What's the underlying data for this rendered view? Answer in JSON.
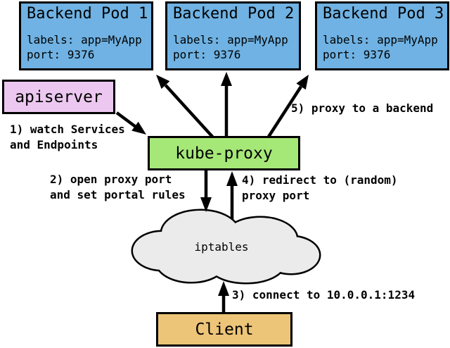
{
  "pods": [
    {
      "title": "Backend Pod 1",
      "labels_line": "labels: app=MyApp",
      "port_line": "port: 9376"
    },
    {
      "title": "Backend Pod 2",
      "labels_line": "labels: app=MyApp",
      "port_line": "port: 9376"
    },
    {
      "title": "Backend Pod 3",
      "labels_line": "labels: app=MyApp",
      "port_line": "port: 9376"
    }
  ],
  "nodes": {
    "apiserver": "apiserver",
    "kube_proxy": "kube-proxy",
    "iptables": "iptables",
    "client": "Client"
  },
  "steps": {
    "step1": "1) watch Services\nand Endpoints",
    "step2": "2) open proxy port\nand set portal rules",
    "step3": "3) connect to 10.0.0.1:1234",
    "step4": "4) redirect to (random)\nproxy port",
    "step5": "5) proxy to a backend"
  },
  "colors": {
    "pod_fill": "#6fb2e3",
    "apiserver_fill": "#ecc8f0",
    "kube_proxy_fill": "#a6e878",
    "client_fill": "#edc578",
    "cloud_fill": "#ebebeb",
    "border": "#000000",
    "background": "#ffffff"
  }
}
